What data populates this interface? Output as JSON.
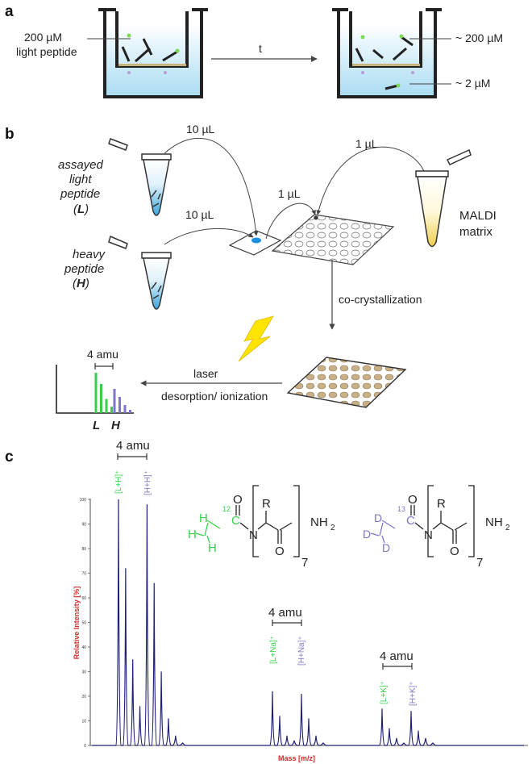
{
  "panel_a": {
    "label": "a",
    "left_concentration": "200 µM",
    "left_peptide": "light peptide",
    "time_label": "t",
    "right_top": "~ 200 µM",
    "right_bottom": "~ 2 µM"
  },
  "panel_b": {
    "label": "b",
    "volume_1": "10 µL",
    "volume_2": "10 µL",
    "volume_3": "1 µL",
    "volume_4": "1 µL",
    "light_line1": "assayed",
    "light_line2": "light",
    "light_line3": "peptide",
    "light_symbol": "L",
    "heavy_line1": "heavy",
    "heavy_line2": "peptide",
    "heavy_symbol": "H",
    "matrix_line1": "MALDI",
    "matrix_line2": "matrix",
    "cocryst": "co-crystallization",
    "laser_line1": "laser",
    "laser_line2": "desorption/ ionization",
    "amu": "4 amu",
    "mini_L": "L",
    "mini_H": "H"
  },
  "panel_c": {
    "label": "c",
    "amu_1": "4 amu",
    "amu_2": "4 amu",
    "amu_3": "4 amu",
    "peak_LH": "[L+H]⁺",
    "peak_HH": "[H+H]⁺",
    "peak_LNa": "[L+Na]⁺",
    "peak_HNa": "[H+Na]⁺",
    "peak_LK": "[L+K]⁺",
    "peak_HK": "[H+K]⁺",
    "light_struct": {
      "H1": "H",
      "H2": "H",
      "H3": "H",
      "iso": "12",
      "C": "C",
      "O": "O",
      "N": "N",
      "R": "R",
      "O2": "O",
      "NH": "NH",
      "sub": "2",
      "n": "7"
    },
    "heavy_struct": {
      "D1": "D",
      "D2": "D",
      "D3": "D",
      "iso": "13",
      "C": "C",
      "O": "O",
      "N": "N",
      "R": "R",
      "O2": "O",
      "NH": "NH",
      "sub": "2",
      "n": "7"
    }
  },
  "chart_data": {
    "type": "line",
    "xlabel": "Mass [m/z]",
    "ylabel": "Relative Intensity [%]",
    "ylim": [
      0,
      100
    ],
    "yticks": [
      "0",
      "10",
      "20",
      "30",
      "40",
      "50",
      "60",
      "70",
      "80",
      "90",
      "100"
    ],
    "grid": false,
    "line_color": "#1f1f7a",
    "peak_groups": [
      {
        "name": "[L+H]⁺ / [H+H]⁺",
        "x": [
          0,
          1,
          2,
          3,
          4,
          5,
          6,
          7,
          8,
          9
        ],
        "intensity": [
          100,
          72,
          35,
          16,
          98,
          66,
          30,
          11,
          4,
          1
        ]
      },
      {
        "name": "[L+Na]⁺ / [H+Na]⁺",
        "x": [
          0,
          1,
          2,
          3,
          4,
          5,
          6,
          7
        ],
        "intensity": [
          22,
          12,
          4,
          2,
          21,
          11,
          4,
          1
        ]
      },
      {
        "name": "[L+K]⁺ / [H+K]⁺",
        "x": [
          0,
          1,
          2,
          3,
          4,
          5,
          6,
          7
        ],
        "intensity": [
          15,
          7,
          3,
          1,
          14,
          6,
          3,
          1
        ]
      }
    ],
    "mini_spectrum": {
      "green_intensity": [
        100,
        72,
        35,
        16
      ],
      "purple_intensity": [
        60,
        40,
        20,
        8
      ]
    }
  },
  "colors": {
    "green": "#35d04a",
    "purple": "#7d76c8",
    "well_blue": "#bfe6f7",
    "tip_blue": "#3ea5dc",
    "matrix_yellow": "#f3d86a",
    "tan_spot": "#bfa678"
  }
}
